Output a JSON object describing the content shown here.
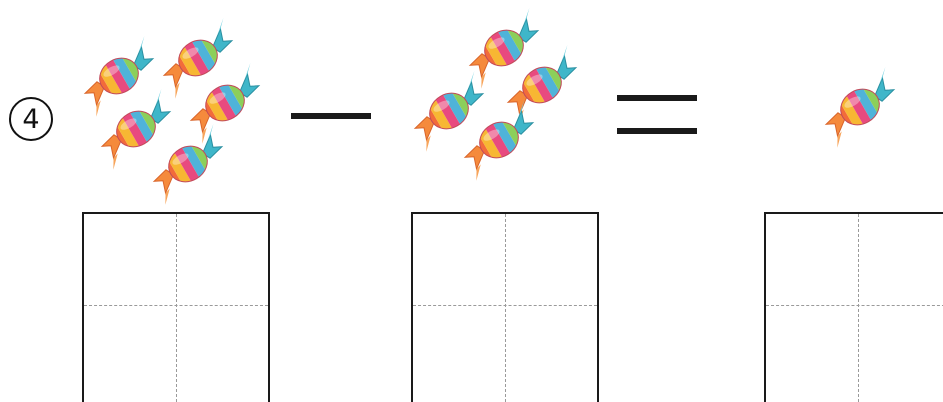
{
  "problem": {
    "number": "4"
  },
  "groups": [
    {
      "role": "minuend",
      "count": 5,
      "icon": "candy-icon"
    },
    {
      "role": "subtrahend",
      "count": 4,
      "icon": "candy-icon"
    },
    {
      "role": "difference",
      "count": 1,
      "icon": "candy-icon"
    }
  ],
  "operators": {
    "minus": "minus",
    "equals": "equals"
  },
  "answer_boxes": [
    {
      "for": "minuend",
      "value": ""
    },
    {
      "for": "subtrahend",
      "value": ""
    },
    {
      "for": "difference",
      "value": ""
    }
  ],
  "colors": {
    "ink": "#1a1a1a",
    "guide": "#9a9a9a",
    "candy_stripes": [
      "#f26b3a",
      "#f7b733",
      "#e84a7f",
      "#4fb3d9",
      "#8ccf5a"
    ],
    "wrapper_orange": "#f58a3c",
    "wrapper_teal": "#3fb6c9"
  }
}
